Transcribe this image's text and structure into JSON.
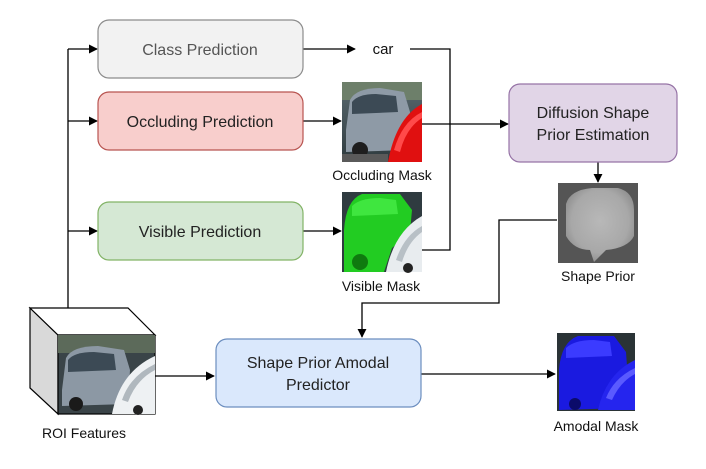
{
  "nodes": {
    "class_prediction": "Class Prediction",
    "occluding_prediction": "Occluding Prediction",
    "visible_prediction": "Visible Prediction",
    "diffusion_line1": "Diffusion Shape",
    "diffusion_line2": "Prior Estimation",
    "amodal_line1": "Shape Prior Amodal",
    "amodal_line2": "Predictor"
  },
  "labels": {
    "car": "car",
    "occluding_mask": "Occluding Mask",
    "visible_mask": "Visible Mask",
    "shape_prior": "Shape Prior",
    "amodal_mask": "Amodal Mask",
    "roi_features": "ROI Features"
  },
  "colors": {
    "class_fill": "#f2f2f2",
    "class_stroke": "#8c8c8c",
    "occluding_fill": "#f8cecc",
    "occluding_stroke": "#b85450",
    "visible_fill": "#d5e8d4",
    "visible_stroke": "#82b366",
    "diffusion_fill": "#e1d5e7",
    "diffusion_stroke": "#9673a6",
    "amodal_fill": "#dae8fc",
    "amodal_stroke": "#6c8ebf"
  }
}
